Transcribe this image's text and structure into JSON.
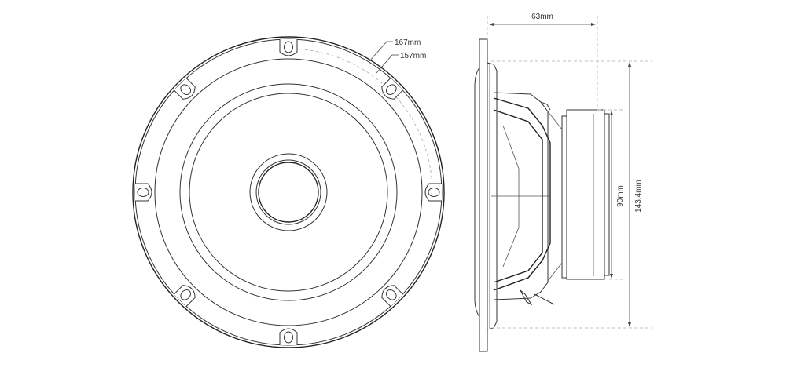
{
  "title": "Speaker technical drawing",
  "front_view": {
    "outer_diameter_label": "167mm",
    "mounting_diameter_label": "157mm",
    "mounting_holes": 8
  },
  "side_view": {
    "depth_label": "63mm",
    "magnet_height_label": "90mm",
    "frame_height_label": "143,4mm"
  }
}
